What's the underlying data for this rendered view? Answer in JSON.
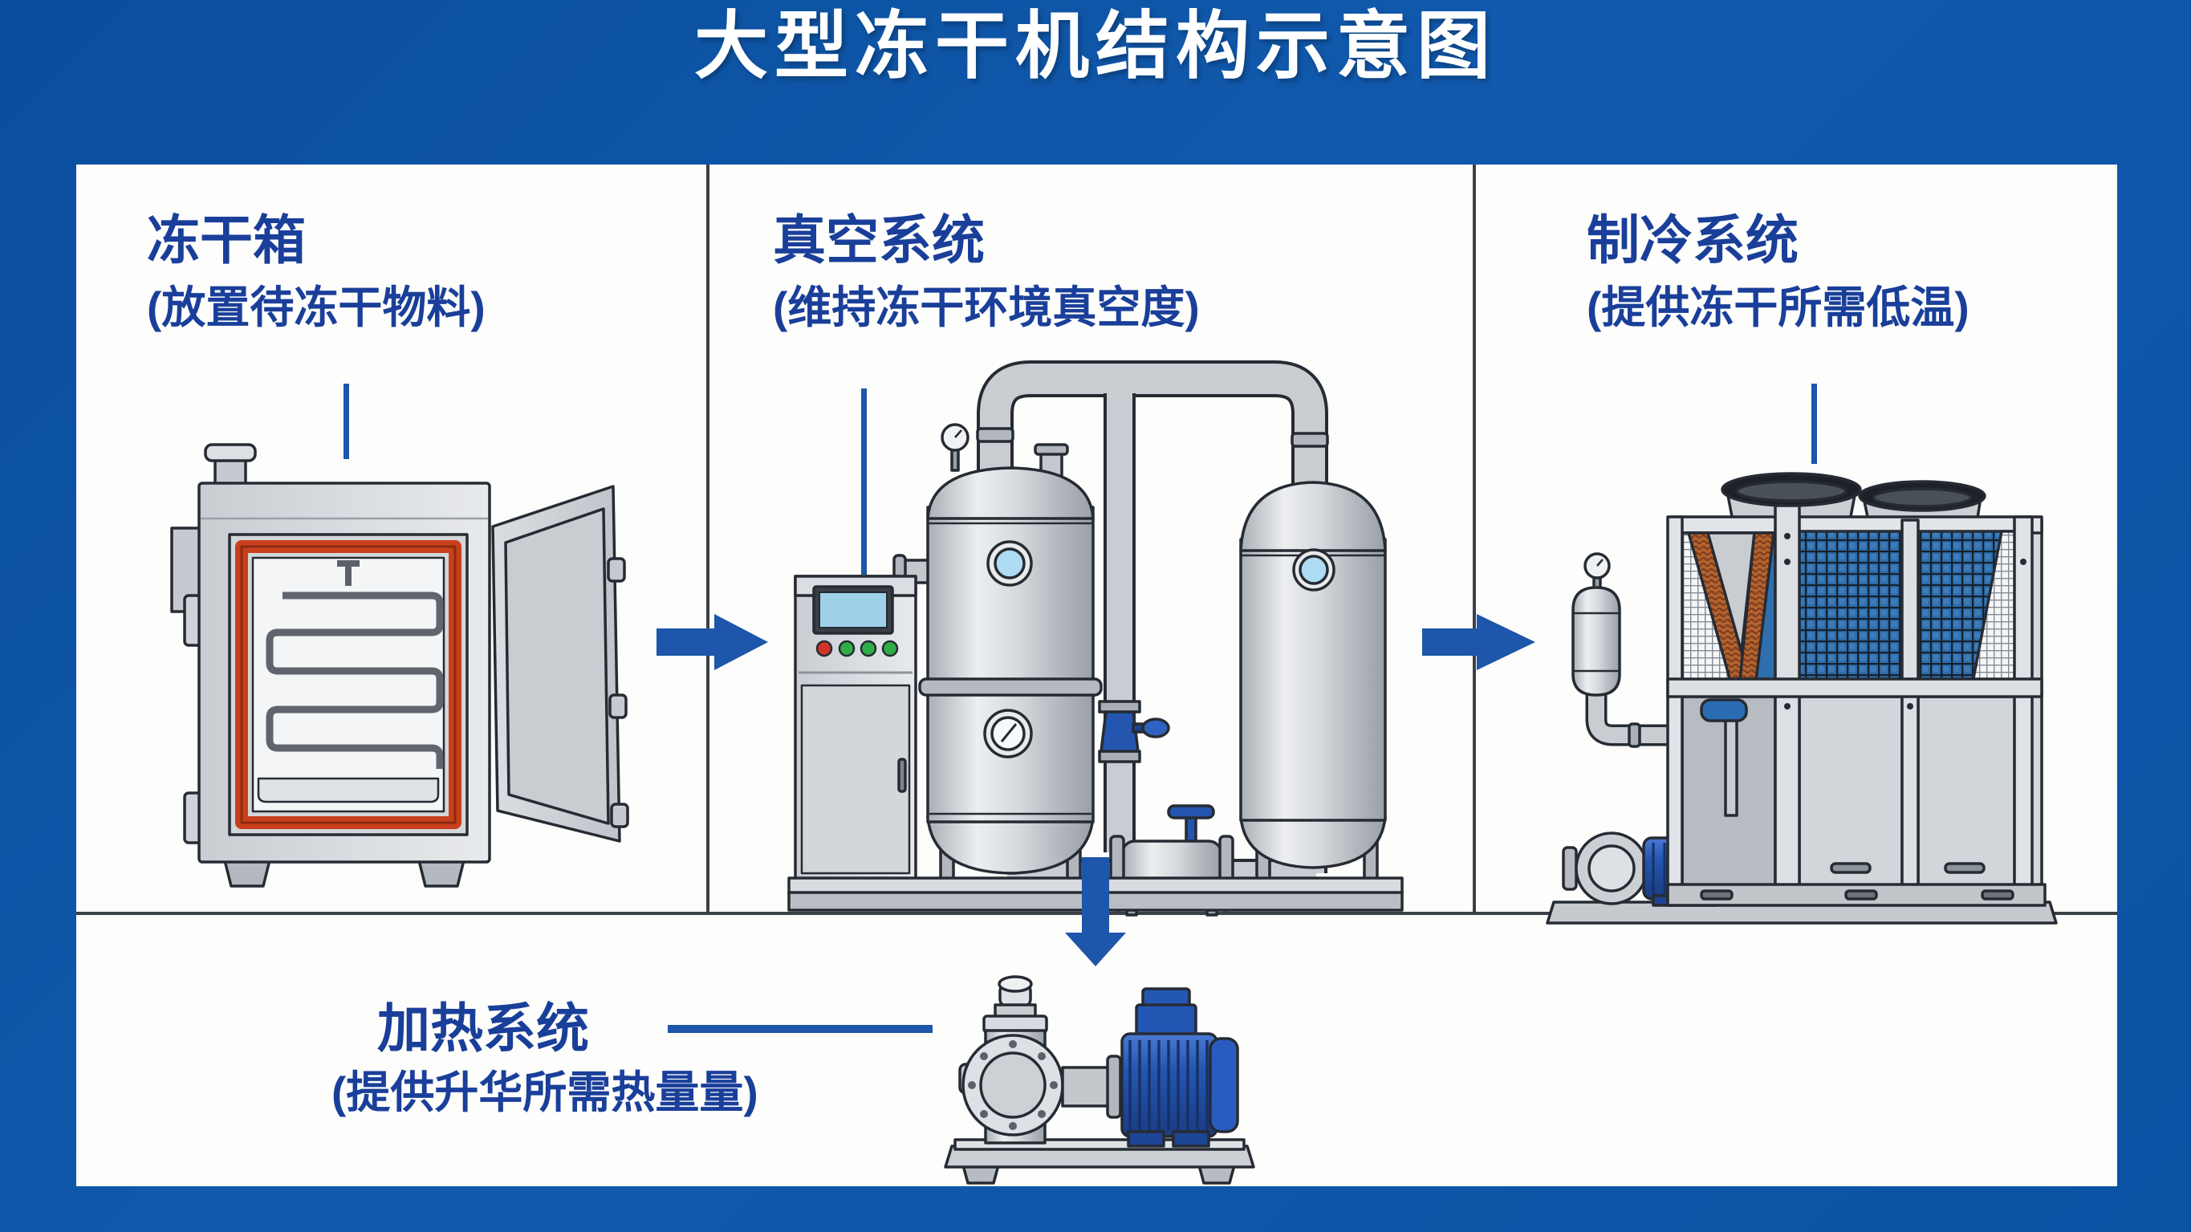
{
  "page": {
    "title": "大型冻干机结构示意图"
  },
  "sections": [
    {
      "title": "冻干箱",
      "subtitle": "(放置待冻干物料)",
      "illustration": "freeze-dryer-chamber-illustration"
    },
    {
      "title": "真空系统",
      "subtitle": "(维持冻干环境真空度)",
      "illustration": "vacuum-system-illustration"
    },
    {
      "title": "制冷系统",
      "subtitle": "(提供冻干所需低温)",
      "illustration": "refrigeration-system-illustration"
    },
    {
      "title": "加热系统",
      "subtitle": "(提供升华所需热量量)",
      "illustration": "heating-pump-illustration"
    }
  ],
  "flow": {
    "arrow_chamber_to_vacuum": "right-arrow",
    "arrow_vacuum_to_refrigeration": "right-arrow",
    "arrow_vacuum_to_heating": "down-arrow"
  },
  "colors": {
    "frame_blue": "#0d55a6",
    "panel_white": "#fdfdfc",
    "label_navy": "#1a3f9a",
    "arrow_blue": "#1d56aa",
    "divider_gray": "#3b4046",
    "gasket_red": "#c8401b",
    "machine_blue": "#2456b0"
  }
}
